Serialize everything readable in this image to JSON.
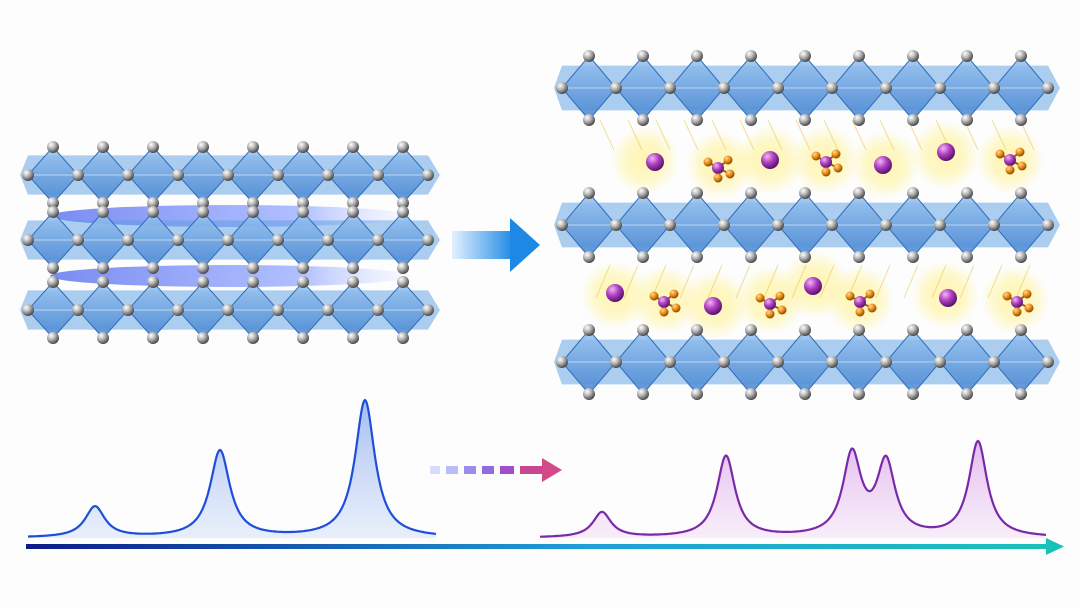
{
  "figure": {
    "left_structure": {
      "layers": 3,
      "columns": 8,
      "description_icon": "layered-octahedra-icon"
    },
    "right_structure": {
      "layers": 3,
      "columns": 9,
      "guest_species": [
        "cation",
        "anion-cluster"
      ]
    },
    "colors": {
      "octahedron": "#4f95dc",
      "octahedron_light": "#9cc6f1",
      "atom": "#9a9a9a",
      "glow": "#fff3a0",
      "cation": "#b040c0",
      "anion": "#e88a10",
      "arrow_blue": "#1e88e5",
      "spectrum_left": "#1d4fd8",
      "spectrum_right": "#7a2aa8",
      "axis_start": "#0d1a8a",
      "axis_end": "#19c2b8"
    }
  },
  "chart_data": [
    {
      "type": "line",
      "series_color": "#1d4fd8",
      "peaks": [
        {
          "position": 95,
          "height": 0.22
        },
        {
          "position": 220,
          "height": 0.62
        },
        {
          "position": 365,
          "height": 0.98
        }
      ]
    },
    {
      "type": "line",
      "series_color": "#7a2aa8",
      "peaks": [
        {
          "position": 602,
          "height": 0.18
        },
        {
          "position": 726,
          "height": 0.58
        },
        {
          "position": 852,
          "height": 0.58
        },
        {
          "position": 886,
          "height": 0.52
        },
        {
          "position": 978,
          "height": 0.68
        }
      ]
    }
  ]
}
